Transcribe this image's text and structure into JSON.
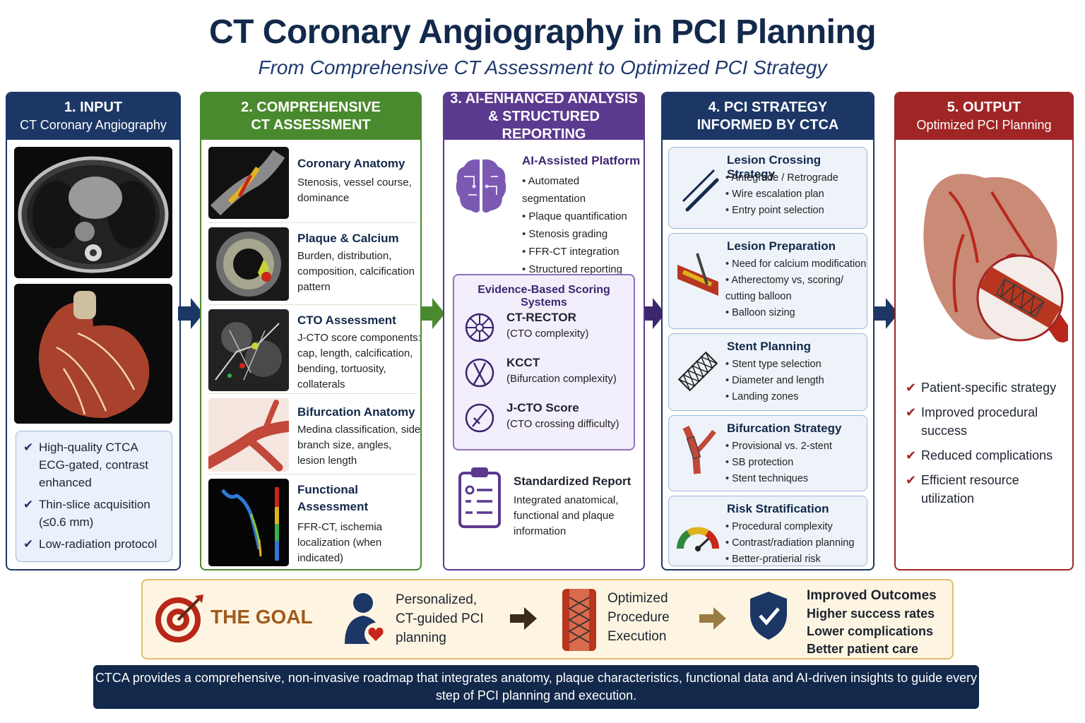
{
  "title": "CT Coronary Angiography in PCI Planning",
  "subtitle": "From Comprehensive CT Assessment to Optimized PCI Strategy",
  "colors": {
    "navy": "#1c3766",
    "green": "#4a8a2e",
    "purple": "#5b3a8f",
    "red": "#a02525",
    "gold": "#e2be6d"
  },
  "col1": {
    "head1": "1. INPUT",
    "head2": "CT Coronary Angiography",
    "checks": [
      "High-quality CTCA ECG-gated, contrast enhanced",
      "Thin-slice acquisition (≤0.6 mm)",
      "Low-radiation protocol"
    ]
  },
  "col2": {
    "head1": "2. COMPREHENSIVE",
    "head2": "CT ASSESSMENT",
    "rows": [
      {
        "title": "Coronary Anatomy",
        "desc": "Stenosis, vessel course, dominance"
      },
      {
        "title": "Plaque & Calcium",
        "desc": "Burden, distribution, composition, calcification pattern"
      },
      {
        "title": "CTO Assessment",
        "desc": "J-CTO score components: cap, length, calcification, bending, tortuosity, collaterals"
      },
      {
        "title": "Bifurcation Anatomy",
        "desc": "Medina classification, side branch size, angles, lesion length"
      },
      {
        "title": "Functional Assessment",
        "desc": "FFR-CT, ischemia localization (when indicated)"
      }
    ]
  },
  "col3": {
    "head1": "3. AI-ENHANCED ANALYSIS",
    "head2": "& STRUCTURED REPORTING",
    "platform_title": "AI-Assisted Platform",
    "platform_items": [
      "Automated segmentation",
      "Plaque quantification",
      "Stenosis grading",
      "FFR-CT integration",
      "Structured reporting"
    ],
    "scoring_title": "Evidence-Based Scoring Systems",
    "scores": [
      {
        "name": "CT-RECTOR",
        "desc": "(CTO complexity)"
      },
      {
        "name": "KCCT",
        "desc": "(Bifurcation complexity)"
      },
      {
        "name": "J-CTO Score",
        "desc": "(CTO crossing difficulty)"
      }
    ],
    "report_title": "Standardized Report",
    "report_desc": "Integrated anatomical, functional and plaque information"
  },
  "col4": {
    "head1": "4. PCI STRATEGY",
    "head2": "INFORMED BY CTCA",
    "cards": [
      {
        "title": "Lesion Crossing Strategy",
        "items": [
          "Antegrade / Retrograde",
          "Wire escalation plan",
          "Entry point selection"
        ]
      },
      {
        "title": "Lesion Preparation",
        "items": [
          "Need for calcium modification",
          "Atherectomy vs, scoring/ cutting balloon",
          "Balloon sizing"
        ]
      },
      {
        "title": "Stent Planning",
        "items": [
          "Stent type selection",
          "Diameter and length",
          "Landing zones"
        ]
      },
      {
        "title": "Bifurcation Strategy",
        "items": [
          "Provisional vs. 2-stent",
          "SB protection",
          "Stent techniques"
        ]
      },
      {
        "title": "Risk Stratification",
        "items": [
          "Procedural complexity",
          "Contrast/radiation planning",
          "Better-pratierial risk"
        ]
      }
    ]
  },
  "col5": {
    "head1": "5. OUTPUT",
    "head2": "Optimized PCI Planning",
    "items": [
      "Patient-specific strategy",
      "Improved procedural success",
      "Reduced complications",
      "Efficient resource utilization"
    ]
  },
  "goal": {
    "label": "THE GOAL",
    "step1": "Personalized, CT-guided PCI planning",
    "step2": "Optimized Procedure Execution",
    "step3_title": "Improved Outcomes",
    "step3_lines": [
      "Higher success rates",
      "Lower complications",
      "Better patient care"
    ]
  },
  "footer": "CTCA provides a comprehensive, non-invasive roadmap that integrates anatomy, plaque characteristics, functional data and AI-driven insights to guide every step of PCI planning and execution."
}
